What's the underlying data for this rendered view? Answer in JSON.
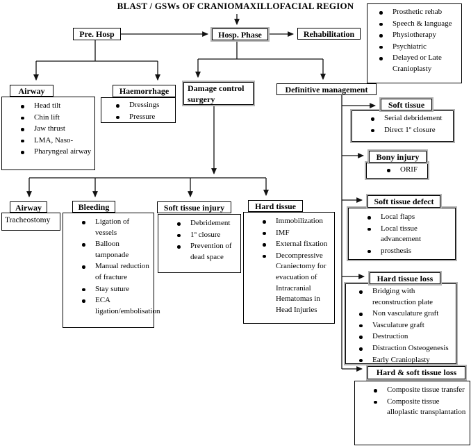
{
  "title": "BLAST / GSWs OF CRANIOMAXILLOFACIAL REGION",
  "phases": {
    "pre_hosp": "Pre. Hosp",
    "hosp_phase": "Hosp. Phase",
    "rehabilitation": "Rehabilitation"
  },
  "rehab_options": {
    "items": [
      "Prosthetic rehab",
      "Speech & language",
      "Physiotherapy",
      "Psychiatric",
      "Delayed or Late Cranioplasty"
    ]
  },
  "pre_hosp_branches": {
    "airway": {
      "title": "Airway",
      "items": [
        "Head tilt",
        "Chin lift",
        "Jaw thrust",
        "LMA, Naso-",
        "Pharyngeal airway"
      ]
    },
    "haemorrhage": {
      "title": "Haemorrhage",
      "items": [
        "Dressings",
        "Pressure"
      ]
    }
  },
  "hospital_branches": {
    "damage_control": {
      "title": "Damage control surgery"
    },
    "definitive": {
      "title": "Definitive management"
    }
  },
  "damage_control_branches": {
    "airway": {
      "title": "Airway",
      "text": "Tracheostomy"
    },
    "bleeding": {
      "title": "Bleeding",
      "items": [
        "Ligation of vessels",
        "Balloon tamponade",
        "Manual reduction of fracture",
        "Stay suture",
        "ECA ligation/embolisation"
      ]
    },
    "soft_tissue_injury": {
      "title": "Soft tissue injury",
      "items": [
        "Debridement",
        "1º closure",
        "Prevention of dead space"
      ]
    },
    "hard_tissue": {
      "title": "Hard tissue",
      "items": [
        "Immobilization",
        "IMF",
        "External fixation",
        "Decompressive Craniectomy for evacuation of Intracranial Hematomas in Head Injuries"
      ]
    }
  },
  "definitive_branches": {
    "soft_tissue": {
      "title": "Soft tissue",
      "items": [
        "Serial debridement",
        "Direct 1º closure"
      ]
    },
    "bony_injury": {
      "title": "Bony injury",
      "items": [
        "ORIF"
      ]
    },
    "soft_tissue_defect": {
      "title": "Soft tissue defect",
      "items": [
        "Local flaps",
        "Local tissue advancement",
        "prosthesis"
      ]
    },
    "hard_tissue_loss": {
      "title": "Hard tissue loss",
      "items": [
        "Bridging with reconstruction plate",
        "Non vasculature graft",
        "Vasculature graft",
        "Destruction",
        "Distraction Osteogenesis",
        "Early Cranioplasty"
      ]
    },
    "hard_soft_tissue_loss": {
      "title": "Hard & soft tissue loss",
      "items": [
        "Composite tissue transfer",
        "Composite tissue alloplastic transplantation"
      ]
    }
  },
  "colors": {
    "line": "#111111",
    "box_border": "#000000",
    "halo": "#b3b3b3",
    "background": "#ffffff"
  }
}
